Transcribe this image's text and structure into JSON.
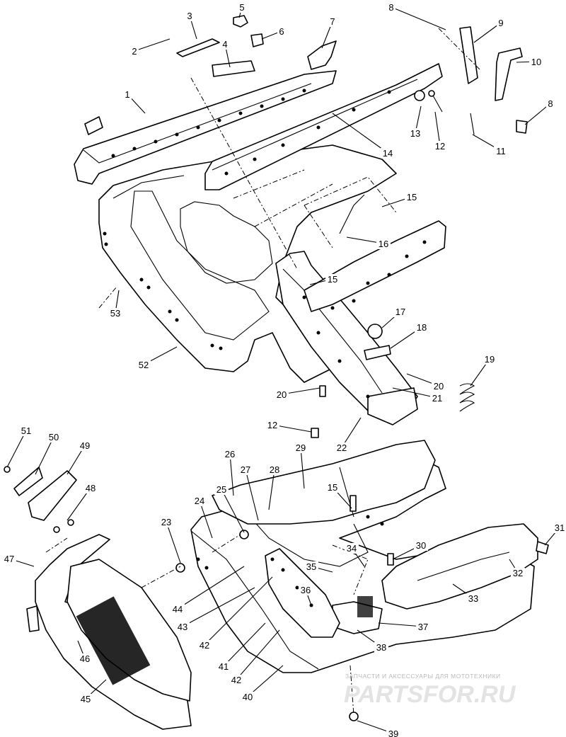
{
  "callouts": [
    {
      "label": "1"
    },
    {
      "label": "2"
    },
    {
      "label": "3"
    },
    {
      "label": "4"
    },
    {
      "label": "5"
    },
    {
      "label": "6"
    },
    {
      "label": "7"
    },
    {
      "label": "8"
    },
    {
      "label": "9"
    },
    {
      "label": "10"
    },
    {
      "label": "8"
    },
    {
      "label": "11"
    },
    {
      "label": "12"
    },
    {
      "label": "13"
    },
    {
      "label": "14"
    },
    {
      "label": "15"
    },
    {
      "label": "16"
    },
    {
      "label": "15"
    },
    {
      "label": "17"
    },
    {
      "label": "18"
    },
    {
      "label": "19"
    },
    {
      "label": "20"
    },
    {
      "label": "20"
    },
    {
      "label": "21"
    },
    {
      "label": "22"
    },
    {
      "label": "12"
    },
    {
      "label": "53"
    },
    {
      "label": "52"
    },
    {
      "label": "51"
    },
    {
      "label": "50"
    },
    {
      "label": "49"
    },
    {
      "label": "48"
    },
    {
      "label": "47"
    },
    {
      "label": "46"
    },
    {
      "label": "45"
    },
    {
      "label": "23"
    },
    {
      "label": "24"
    },
    {
      "label": "25"
    },
    {
      "label": "26"
    },
    {
      "label": "27"
    },
    {
      "label": "28"
    },
    {
      "label": "29"
    },
    {
      "label": "15"
    },
    {
      "label": "30"
    },
    {
      "label": "31"
    },
    {
      "label": "32"
    },
    {
      "label": "33"
    },
    {
      "label": "34"
    },
    {
      "label": "35"
    },
    {
      "label": "36"
    },
    {
      "label": "37"
    },
    {
      "label": "38"
    },
    {
      "label": "39"
    },
    {
      "label": "40"
    },
    {
      "label": "41"
    },
    {
      "label": "42"
    },
    {
      "label": "42"
    },
    {
      "label": "43"
    },
    {
      "label": "44"
    }
  ],
  "watermark": {
    "caption": "ЗАПЧАСТИ И АКСЕССУАРЫ ДЛЯ МОТОТЕХНИКИ",
    "brand": "PARTSFOR.RU"
  }
}
